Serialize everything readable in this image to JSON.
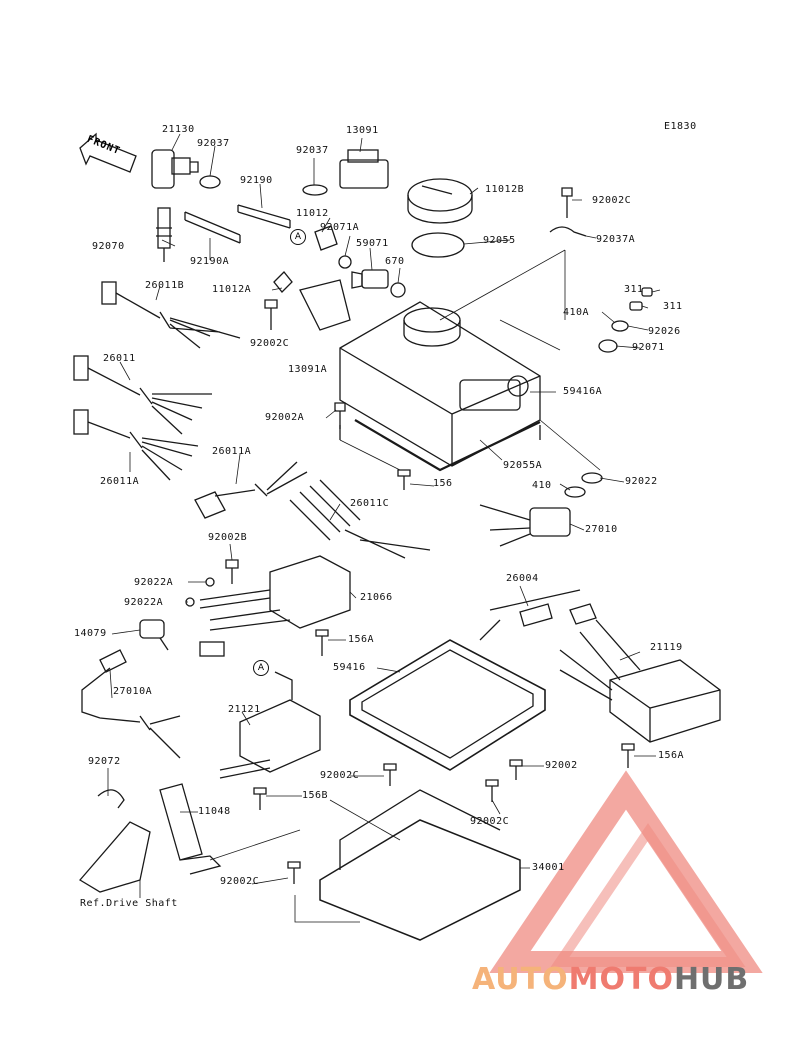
{
  "diagram_code": "E1830",
  "front_label": "FRONT",
  "ref_label": "Ref.Drive Shaft",
  "callout_a": "A",
  "brand": {
    "part1": "AUTO",
    "part2": "MOTO",
    "part3": "HUB",
    "color1": "#f5b37a",
    "color2": "#ef7b70",
    "color3": "#6f6f6f"
  },
  "parts": [
    "21130",
    "92037",
    "13091",
    "92037",
    "92190",
    "11012",
    "92071A",
    "59071",
    "11012B",
    "92002C",
    "92037A",
    "92055",
    "92070",
    "92190A",
    "670",
    "11012A",
    "26011B",
    "311",
    "311",
    "410A",
    "92026",
    "92071",
    "92002C",
    "13091A",
    "26011",
    "59416A",
    "92002A",
    "92055A",
    "26011A",
    "26011A",
    "156",
    "410",
    "92022",
    "26011C",
    "27010",
    "92002B",
    "92022A",
    "21066",
    "92022A",
    "26004",
    "14079",
    "156A",
    "59416",
    "21119",
    "27010A",
    "21121",
    "156A",
    "92072",
    "92002C",
    "92002",
    "156B",
    "11048",
    "92002C",
    "34001",
    "92002C"
  ]
}
